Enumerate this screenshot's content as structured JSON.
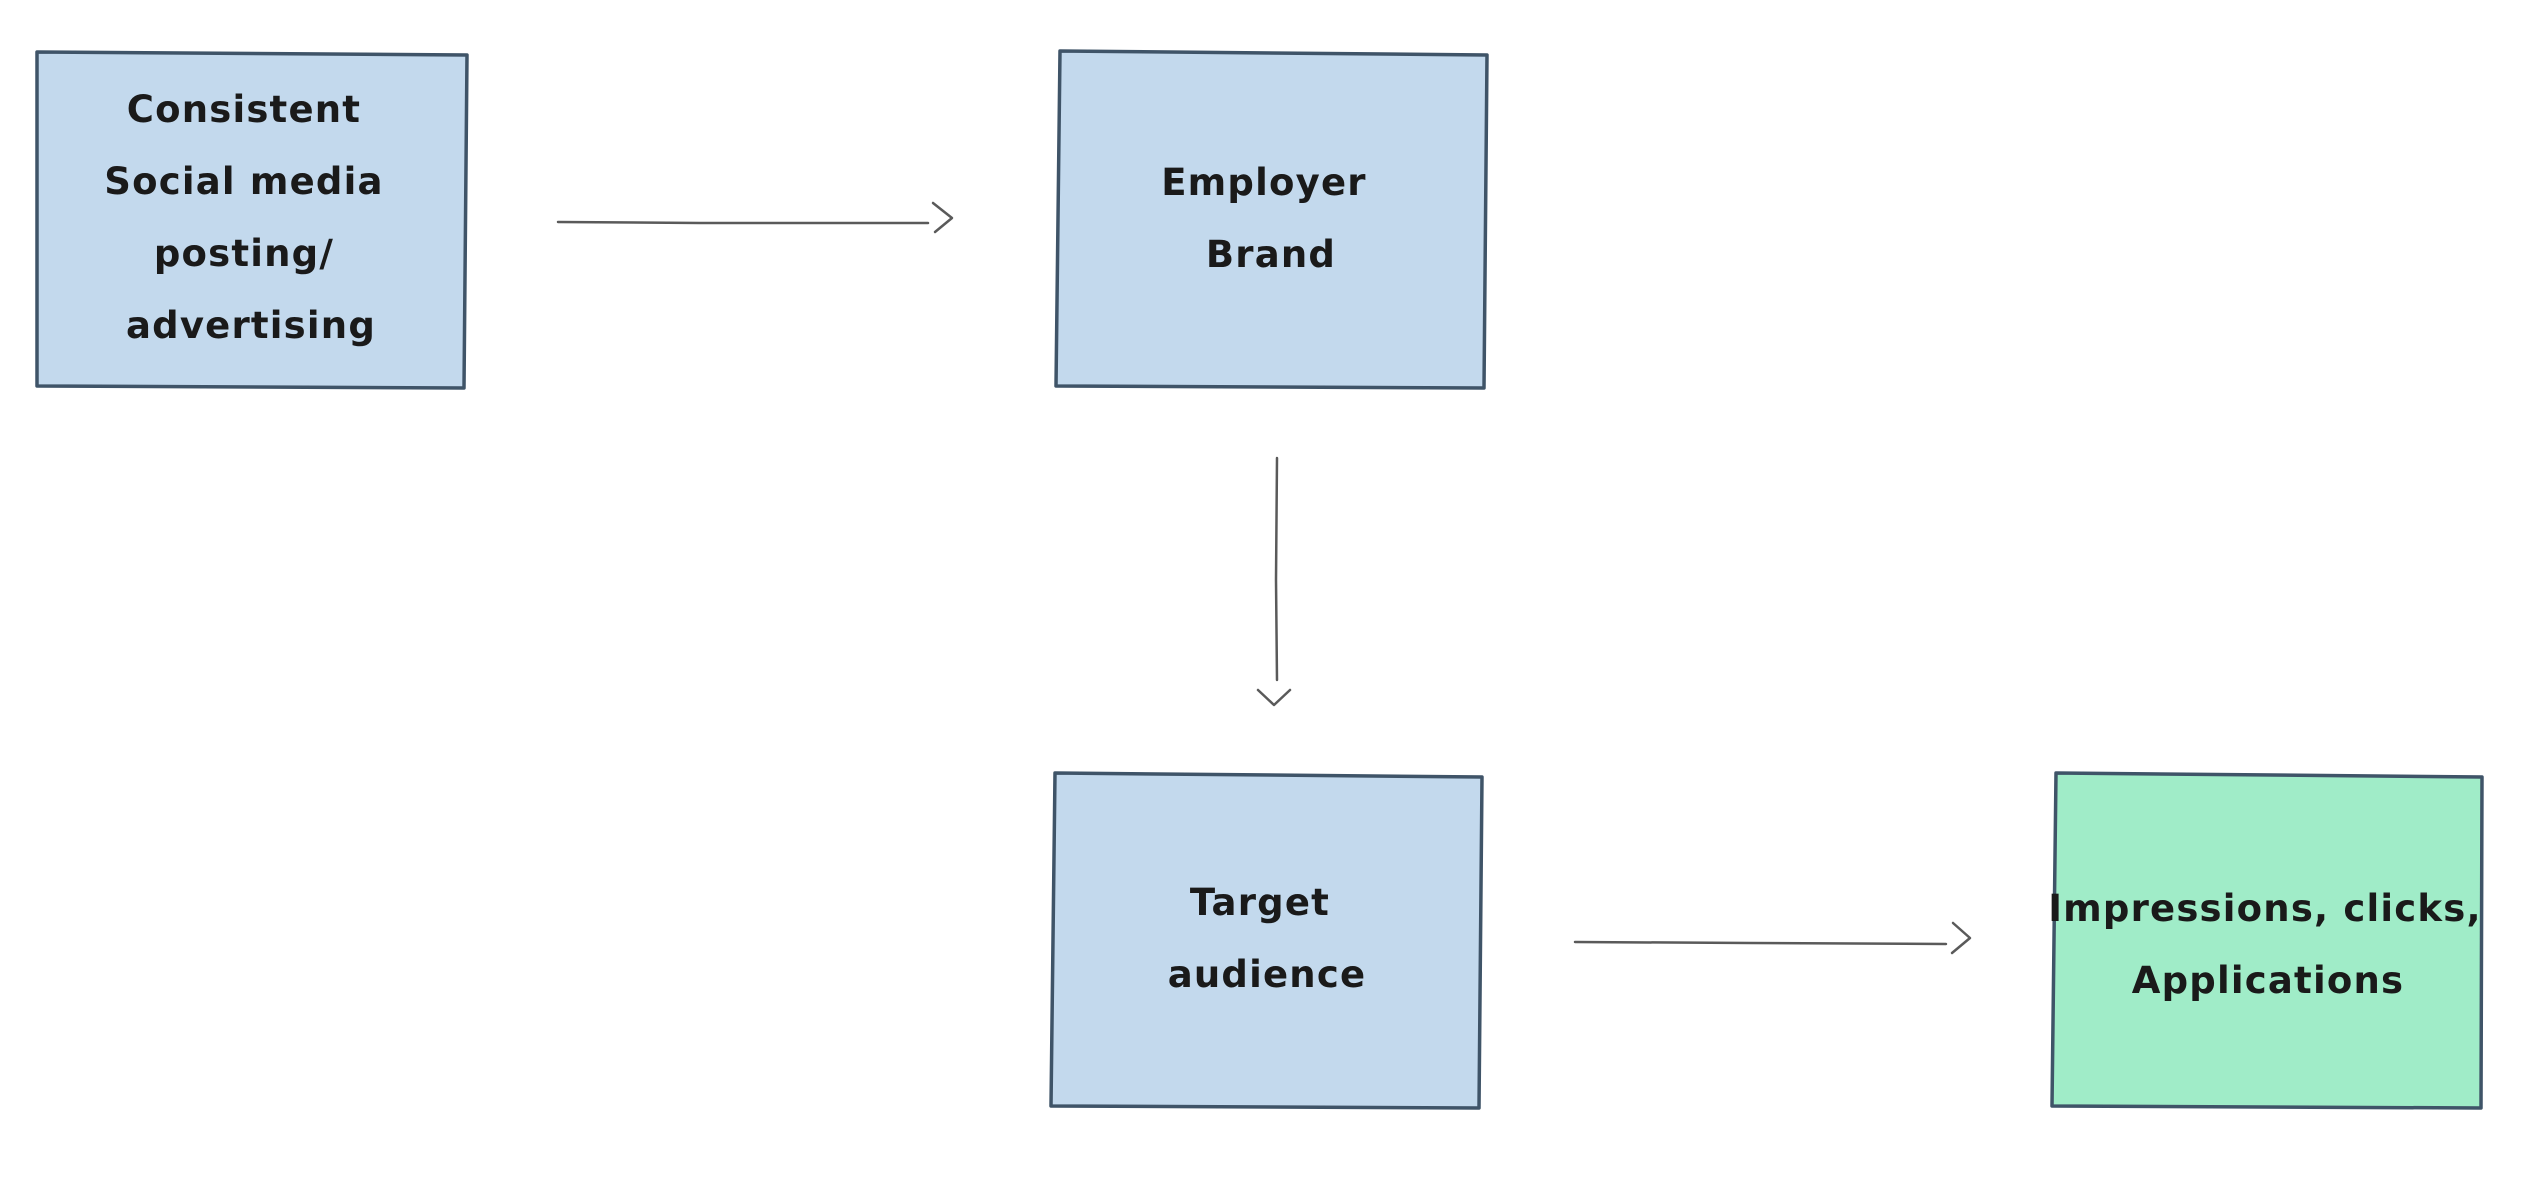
{
  "diagram": {
    "nodes": [
      {
        "id": "consistent-posting",
        "lines": [
          "Consistent",
          "Social media",
          "posting/",
          "advertising"
        ],
        "fill": "#c3d9ed"
      },
      {
        "id": "employer-brand",
        "lines": [
          "Employer",
          "Brand"
        ],
        "fill": "#c3d9ed"
      },
      {
        "id": "target-audience",
        "lines": [
          "Target",
          "audience"
        ],
        "fill": "#c3d9ed"
      },
      {
        "id": "impressions",
        "lines": [
          "Impressions, clicks,",
          "Applications"
        ],
        "fill": "#a0ecc8"
      }
    ],
    "edges": [
      {
        "from": "consistent-posting",
        "to": "employer-brand"
      },
      {
        "from": "employer-brand",
        "to": "target-audience"
      },
      {
        "from": "target-audience",
        "to": "impressions"
      }
    ],
    "colors": {
      "node_fill": "#c3d9ed",
      "result_fill": "#a0ecc8",
      "border": "#3f5468",
      "arrow": "#5a5a5a",
      "text": "#1a1a1a"
    }
  }
}
